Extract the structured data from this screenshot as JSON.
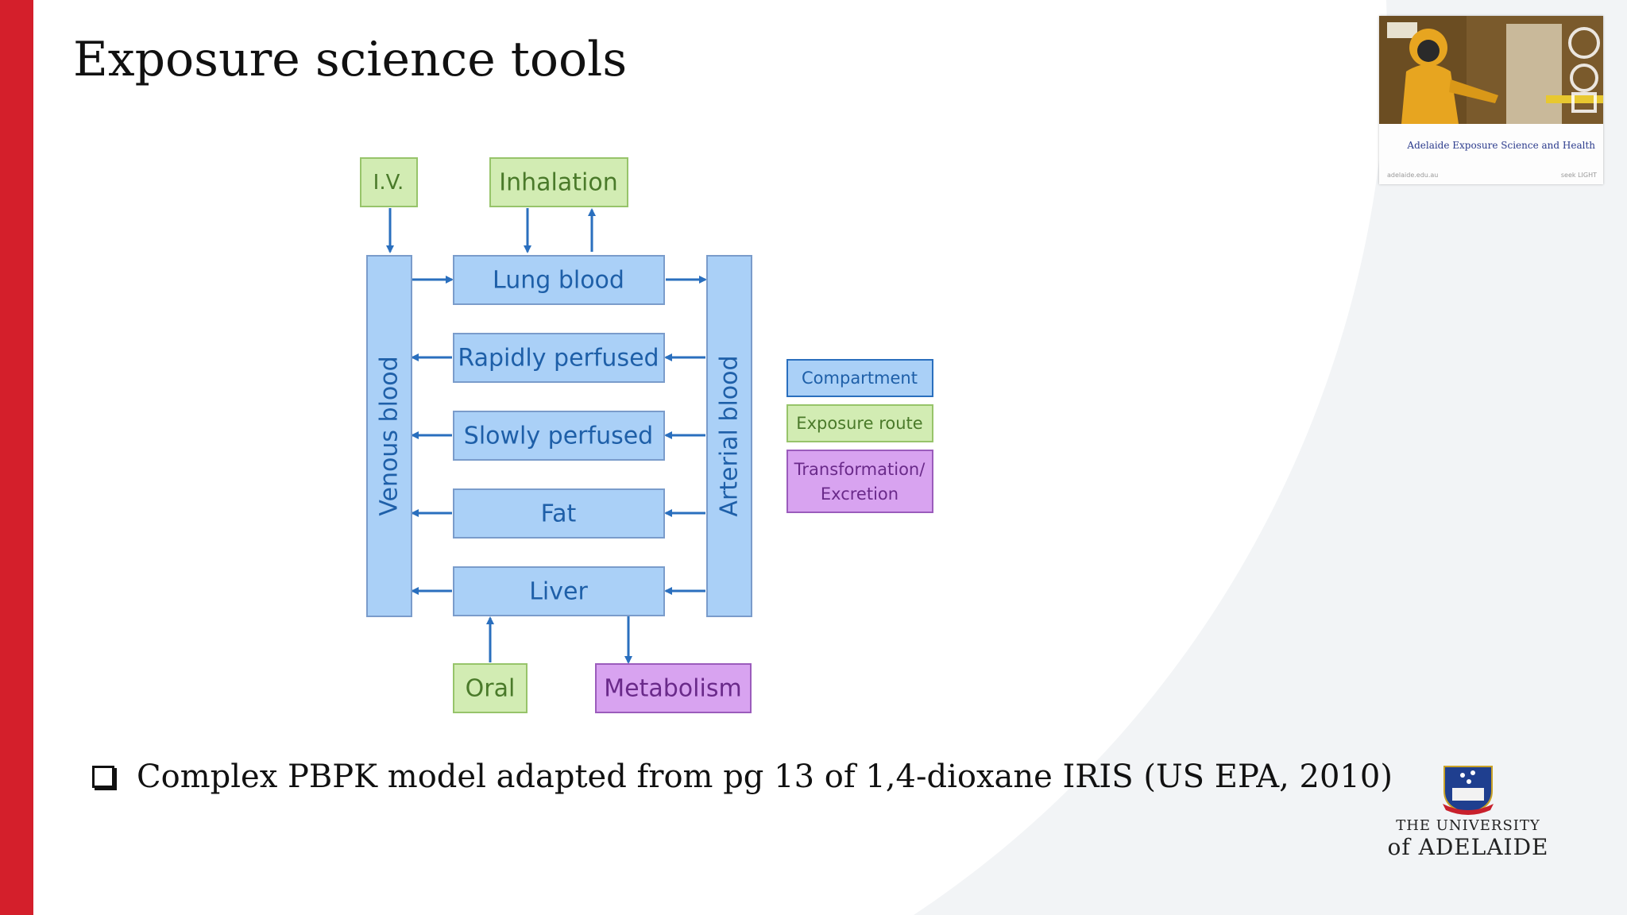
{
  "slide": {
    "title": "Exposure science tools",
    "bullet": "Complex PBPK model adapted from pg 13 of 1,4-dioxane IRIS (US EPA, 2010)"
  },
  "colors": {
    "accent_red": "#d41f2b",
    "compartment_fill": "#aad0f7",
    "compartment_stroke": "#7a9ccb",
    "route_fill": "#d2ecb3",
    "route_stroke": "#97c46a",
    "transform_fill": "#d8a3f0",
    "transform_stroke": "#9b5cbc",
    "arrow": "#2a6fbe",
    "compartment_text": "#1e5fa8",
    "route_text": "#4a7a2a",
    "transform_text": "#6a2a8a"
  },
  "diagram": {
    "venous": "Venous blood",
    "arterial": "Arterial blood",
    "lung": "Lung blood",
    "rapid": "Rapidly perfused",
    "slow": "Slowly perfused",
    "fat": "Fat",
    "liver": "Liver",
    "iv": "I.V.",
    "inhalation": "Inhalation",
    "oral": "Oral",
    "metabolism": "Metabolism",
    "legend": {
      "compartment": "Compartment",
      "route": "Exposure route",
      "transform_line1": "Transformation/",
      "transform_line2": "Excretion"
    }
  },
  "thumbnail": {
    "title": "Adelaide Exposure Science and Health",
    "url": "adelaide.edu.au",
    "tag": "seek LIGHT",
    "icon": "play-overlay-icon"
  },
  "logo": {
    "line1": "THE UNIVERSITY",
    "line2": "of ADELAIDE",
    "icon": "university-crest-icon"
  }
}
